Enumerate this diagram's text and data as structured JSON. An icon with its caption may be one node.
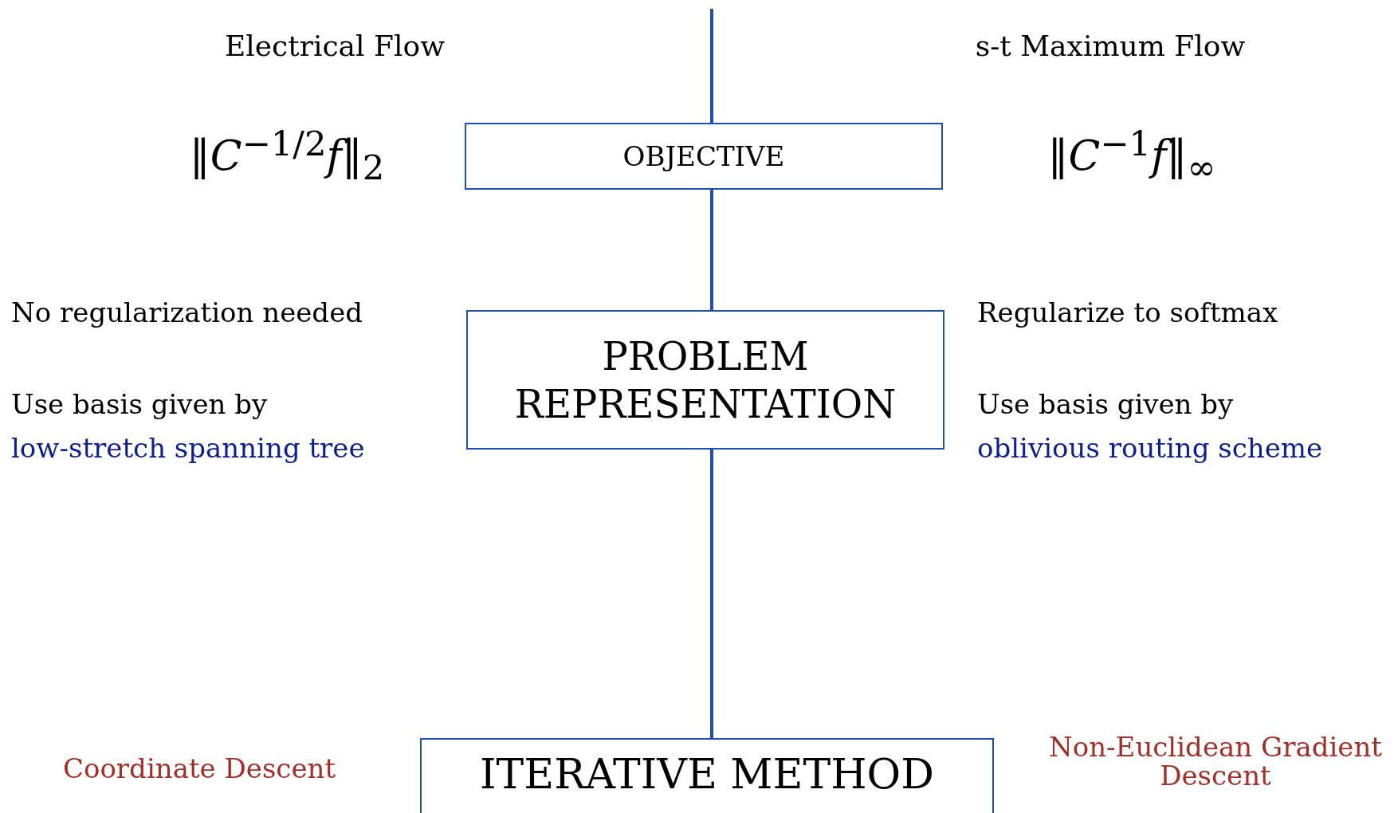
{
  "diagram": {
    "nodes": [
      {
        "text": [
          "OBJECTIVE"
        ]
      },
      {
        "text": [
          "PROBLEM REPRESENTATION"
        ]
      },
      {
        "text": [
          "ITERATIVE METHOD"
        ]
      }
    ],
    "edges": [
      {
        "from": null,
        "to": 0,
        "arrow": "none"
      },
      {
        "from": 0,
        "to": 1,
        "arrow": "none"
      },
      {
        "from": 1,
        "to": 2,
        "arrow": "none"
      }
    ],
    "labels": [
      "Electrical Flow",
      "s-t Maximum Flow",
      "‖*C*$^{−1/2}$*f*‖$_{2}$",
      "‖*C*$^{−1}$*f*‖$_{∞}$",
      "No regularization needed",
      "Regularize to softmax",
      "Use basis given by",
      "low-stretch spanning tree",
      "Use basis given by",
      "oblivious routing scheme",
      "Coordinate Descent",
      "Non-Euclidean Gradient Descent"
    ]
  }
}
